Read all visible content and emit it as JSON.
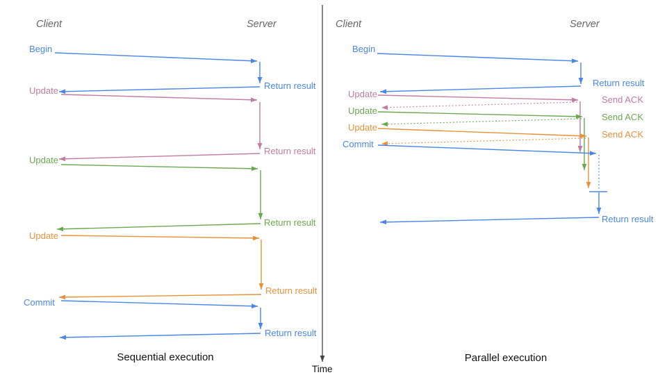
{
  "colors": {
    "blue": "#4A86E8",
    "pink": "#C27BA0",
    "green": "#6AA84F",
    "orange": "#E69138",
    "axis": "#444444",
    "heading": "#666666",
    "title": "#111111"
  },
  "axis": {
    "time_label": "Time"
  },
  "sequential": {
    "title": "Sequential execution",
    "client_label": "Client",
    "server_label": "Server",
    "rows": [
      {
        "label": "Begin",
        "color": "blue",
        "response": "Return result"
      },
      {
        "label": "Update",
        "color": "pink",
        "response": "Return result"
      },
      {
        "label": "Update",
        "color": "green",
        "response": "Return result"
      },
      {
        "label": "Update",
        "color": "orange",
        "response": "Return result"
      },
      {
        "label": "Commit",
        "color": "blue",
        "response": "Return result"
      }
    ]
  },
  "parallel": {
    "title": "Parallel execution",
    "client_label": "Client",
    "server_label": "Server",
    "rows": [
      {
        "label": "Begin",
        "color": "blue",
        "response": "Return result"
      },
      {
        "label": "Update",
        "color": "pink",
        "response": "Send ACK"
      },
      {
        "label": "Update",
        "color": "green",
        "response": "Send ACK"
      },
      {
        "label": "Update",
        "color": "orange",
        "response": "Send ACK"
      },
      {
        "label": "Commit",
        "color": "blue"
      }
    ],
    "final_response": "Return result"
  }
}
